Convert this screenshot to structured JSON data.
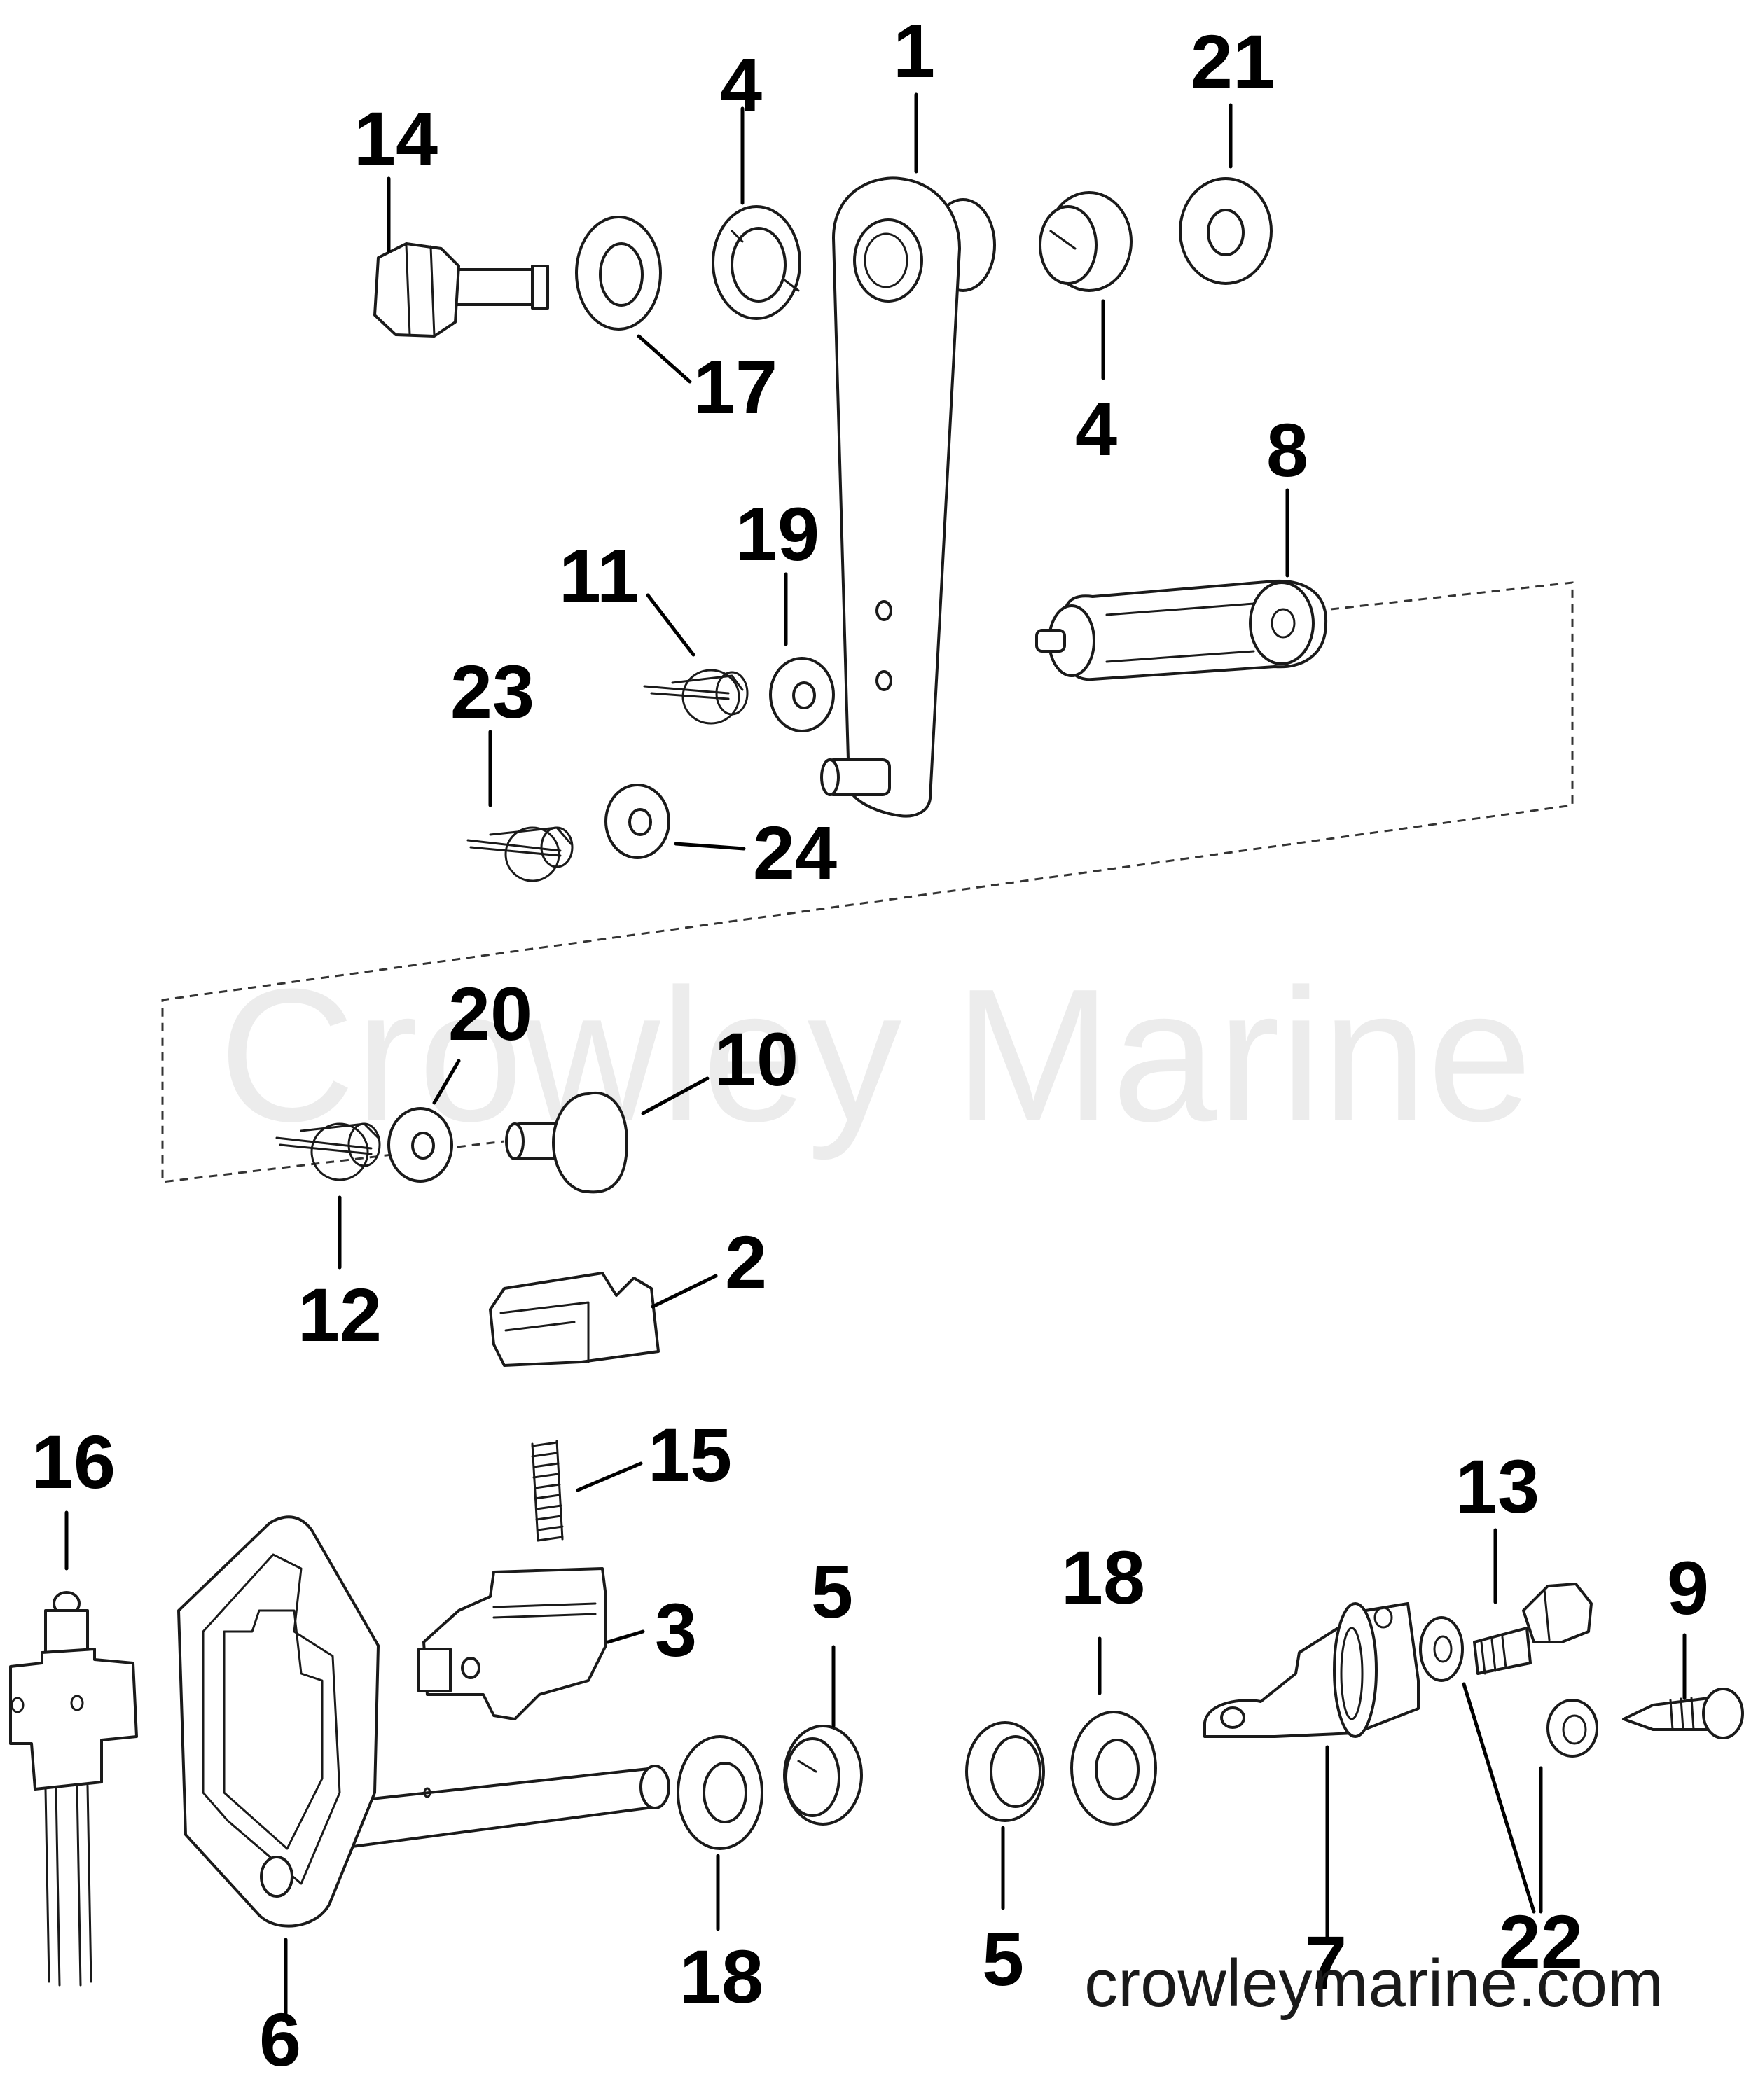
{
  "watermark": "Crowley Marine",
  "site_url": "crowleymarine.com",
  "callouts": {
    "c1": "1",
    "c4a": "4",
    "c4b": "4",
    "c21": "21",
    "c14": "14",
    "c17": "17",
    "c8": "8",
    "c19": "19",
    "c11": "11",
    "c23": "23",
    "c24": "24",
    "c20": "20",
    "c10": "10",
    "c12": "12",
    "c2": "2",
    "c16": "16",
    "c15": "15",
    "c3": "3",
    "c5a": "5",
    "c5b": "5",
    "c18a": "18",
    "c18b": "18",
    "c13": "13",
    "c9": "9",
    "c6": "6",
    "c7": "7",
    "c22": "22"
  }
}
